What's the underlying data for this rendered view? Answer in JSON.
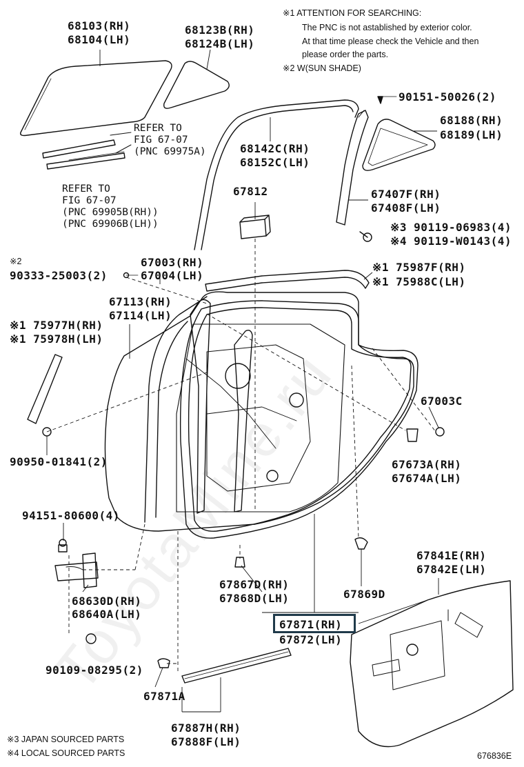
{
  "notes": {
    "n1_title": "※1 ATTENTION FOR SEARCHING:",
    "n1_line1": "The PNC is not astablished by exterior color.",
    "n1_line2": "At that time please check the Vehicle and then",
    "n1_line3": "please order the parts.",
    "n2": "※2 W(SUN SHADE)",
    "n3": "※3  JAPAN SOURCED PARTS",
    "n4": "※4  LOCAL SOURCED PARTS"
  },
  "figure_id": "676836E",
  "watermark": "ToyotaMine.ru",
  "parts": [
    {
      "id": "p68103",
      "lines": [
        "68103(RH)",
        "68104(LH)"
      ]
    },
    {
      "id": "p68123",
      "lines": [
        "68123B(RH)",
        "68124B(LH)"
      ]
    },
    {
      "id": "p90151",
      "lines": [
        "90151-50026(2)"
      ]
    },
    {
      "id": "p68188",
      "lines": [
        "68188(RH)",
        "68189(LH)"
      ]
    },
    {
      "id": "p68142",
      "lines": [
        "68142C(RH)",
        "68152C(LH)"
      ]
    },
    {
      "id": "p67812",
      "lines": [
        "67812"
      ]
    },
    {
      "id": "p67407",
      "lines": [
        "67407F(RH)",
        "67408F(LH)"
      ]
    },
    {
      "id": "p90119",
      "lines": [
        "※3 90119-06983(4)",
        "※4 90119-W0143(4)"
      ]
    },
    {
      "id": "p90333",
      "lines": [
        "※2",
        "90333-25003(2)"
      ]
    },
    {
      "id": "p67003",
      "lines": [
        "67003(RH)",
        "67004(LH)"
      ]
    },
    {
      "id": "p75987",
      "lines": [
        "※1 75987F(RH)",
        "※1 75988C(LH)"
      ]
    },
    {
      "id": "p67113",
      "lines": [
        "67113(RH)",
        "67114(LH)"
      ]
    },
    {
      "id": "p75977",
      "lines": [
        "※1 75977H(RH)",
        "※1 75978H(LH)"
      ]
    },
    {
      "id": "p67003c",
      "lines": [
        "67003C"
      ]
    },
    {
      "id": "p90950",
      "lines": [
        "90950-01841(2)"
      ]
    },
    {
      "id": "p67673",
      "lines": [
        "67673A(RH)",
        "67674A(LH)"
      ]
    },
    {
      "id": "p94151",
      "lines": [
        "94151-80600(4)"
      ]
    },
    {
      "id": "p67841",
      "lines": [
        "67841E(RH)",
        "67842E(LH)"
      ]
    },
    {
      "id": "p68630",
      "lines": [
        "68630D(RH)",
        "68640A(LH)"
      ]
    },
    {
      "id": "p67867",
      "lines": [
        "67867D(RH)",
        "67868D(LH)"
      ]
    },
    {
      "id": "p67869",
      "lines": [
        "67869D"
      ]
    },
    {
      "id": "p67871",
      "lines": [
        "67871(RH)",
        "67872(LH)"
      ]
    },
    {
      "id": "p90109",
      "lines": [
        "90109-08295(2)"
      ]
    },
    {
      "id": "p67871a",
      "lines": [
        "67871A"
      ]
    },
    {
      "id": "p67887",
      "lines": [
        "67887H(RH)",
        "67888F(LH)"
      ]
    }
  ],
  "refs": [
    {
      "id": "ref1",
      "lines": [
        "REFER TO",
        "FIG 67-07",
        "(PNC 69975A)"
      ]
    },
    {
      "id": "ref2",
      "lines": [
        "REFER TO",
        "FIG 67-07",
        "(PNC 69905B(RH))",
        "(PNC 69906B(LH))"
      ]
    }
  ]
}
